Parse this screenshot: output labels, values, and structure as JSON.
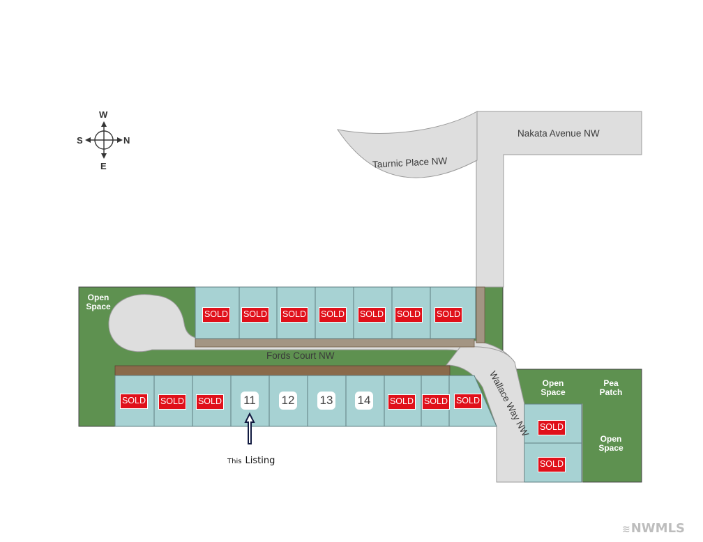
{
  "compass": {
    "north": "N",
    "south": "S",
    "east": "E",
    "west": "W"
  },
  "roads": {
    "nakata": "Nakata Avenue NW",
    "taurnic": "Taurnic Place NW",
    "fords": "Fords Court NW",
    "wallace": "Wallace Way NW"
  },
  "areas": {
    "open_space_west": "Open\nSpace",
    "open_space_east_top": "Open\nSpace",
    "pea_patch": "Pea\nPatch",
    "open_space_east_bottom": "Open\nSpace"
  },
  "lots": {
    "north_row": [
      {
        "status": "SOLD"
      },
      {
        "status": "SOLD"
      },
      {
        "status": "SOLD"
      },
      {
        "status": "SOLD"
      },
      {
        "status": "SOLD"
      },
      {
        "status": "SOLD"
      },
      {
        "status": "SOLD"
      }
    ],
    "south_row": [
      {
        "status": "SOLD"
      },
      {
        "status": "SOLD"
      },
      {
        "status": "SOLD"
      },
      {
        "number": "11"
      },
      {
        "number": "12"
      },
      {
        "number": "13"
      },
      {
        "number": "14"
      },
      {
        "status": "SOLD"
      },
      {
        "status": "SOLD"
      },
      {
        "status": "SOLD"
      }
    ],
    "east_column": [
      {
        "status": "SOLD"
      },
      {
        "status": "SOLD"
      }
    ]
  },
  "listing_label": {
    "prefix": "This",
    "word": "Listing"
  },
  "watermark": "NWMLS",
  "watermark_mark": "≋",
  "colors": {
    "green": "#5e9150",
    "road": "#dedede",
    "lot": "#a7d2d3",
    "sold": "#e0101a",
    "brown": "#8a6a4a"
  }
}
